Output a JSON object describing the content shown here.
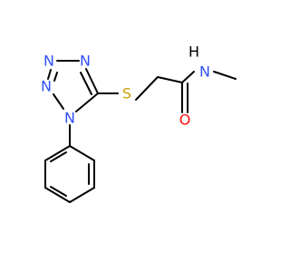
{
  "colors": {
    "bond": "#000000",
    "N": "#3050F8",
    "S": "#C8A000",
    "O": "#FF0D0D"
  },
  "molecule": {
    "atoms": {
      "n_tet_top_left": "N",
      "n_tet_top_right": "N",
      "n_tet_left": "N",
      "n_tet_bottom": "N",
      "s_thio": "S",
      "n_amide": "N",
      "h_amide": "H",
      "o_carbonyl": "O"
    }
  }
}
